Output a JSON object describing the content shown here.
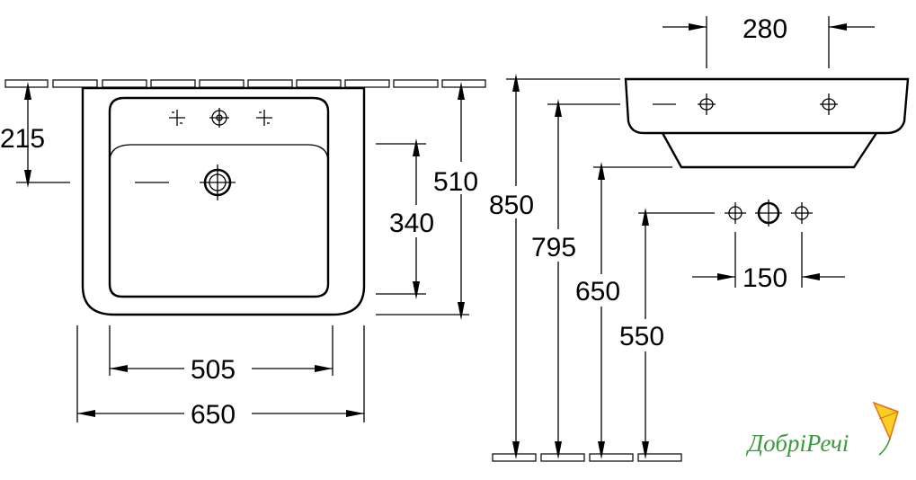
{
  "dimensions": {
    "d215": "215",
    "d510": "510",
    "d340": "340",
    "d505": "505",
    "d650_width": "650",
    "d850": "850",
    "d795": "795",
    "d650_height": "650",
    "d550": "550",
    "d280": "280",
    "d150": "150"
  },
  "logo": {
    "text": "ДобріРечі"
  },
  "colors": {
    "line": "#000000",
    "logo_green": "#3a9a3c",
    "logo_orange": "#f0a030",
    "logo_yellow": "#f5d020"
  }
}
